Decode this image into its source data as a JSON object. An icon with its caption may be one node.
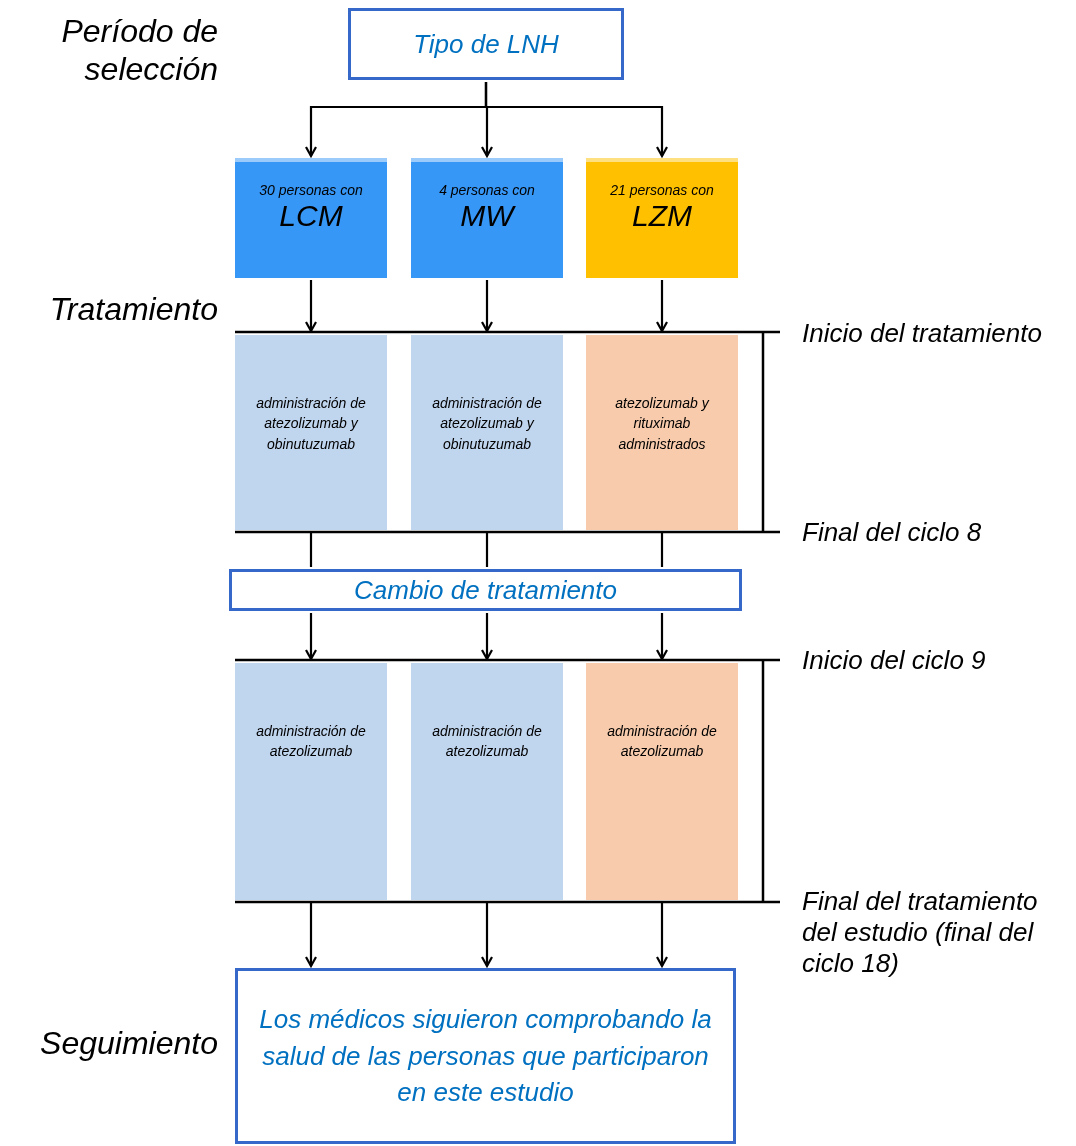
{
  "diagram": {
    "nodes": [
      {
        "text": [
          "Tipo de LNH"
        ]
      },
      {
        "text": [
          "30 personas con",
          "LCM"
        ]
      },
      {
        "text": [
          "4 personas con",
          "MW"
        ]
      },
      {
        "text": [
          "21 personas con",
          "LZM"
        ]
      },
      {
        "text": [
          "administración de atezolizumab y obinutuzumab"
        ]
      },
      {
        "text": [
          "administración de atezolizumab y obinutuzumab"
        ]
      },
      {
        "text": [
          "atezolizumab y rituximab administrados"
        ]
      },
      {
        "text": [
          "Cambio de tratamiento"
        ]
      },
      {
        "text": [
          "administración de atezolizumab"
        ]
      },
      {
        "text": [
          "administración de atezolizumab"
        ]
      },
      {
        "text": [
          "administración de atezolizumab"
        ]
      },
      {
        "text": [
          "Los médicos siguieron comprobando la salud de las personas que participaron en este estudio"
        ]
      }
    ],
    "edges": [
      {
        "from": 0,
        "to": 1,
        "arrow": "to"
      },
      {
        "from": 0,
        "to": 2,
        "arrow": "to"
      },
      {
        "from": 0,
        "to": 3,
        "arrow": "to"
      },
      {
        "from": 1,
        "to": 4,
        "arrow": "to"
      },
      {
        "from": 2,
        "to": 5,
        "arrow": "to"
      },
      {
        "from": 3,
        "to": 6,
        "arrow": "to"
      },
      {
        "from": 4,
        "to": 7,
        "arrow": "none"
      },
      {
        "from": 5,
        "to": 7,
        "arrow": "none"
      },
      {
        "from": 6,
        "to": 7,
        "arrow": "none"
      },
      {
        "from": 7,
        "to": 8,
        "arrow": "to"
      },
      {
        "from": 7,
        "to": 9,
        "arrow": "to"
      },
      {
        "from": 7,
        "to": 10,
        "arrow": "to"
      },
      {
        "from": 8,
        "to": 11,
        "arrow": "to"
      },
      {
        "from": 9,
        "to": 11,
        "arrow": "to"
      },
      {
        "from": 10,
        "to": 11,
        "arrow": "to"
      }
    ],
    "labels": [
      "Período de selección",
      "Tratamiento",
      "Inicio del tratamiento",
      "Final del ciclo 8",
      "Inicio del ciclo 9",
      "Final del tratamiento del estudio (final del ciclo 18)",
      "Seguimiento"
    ]
  }
}
